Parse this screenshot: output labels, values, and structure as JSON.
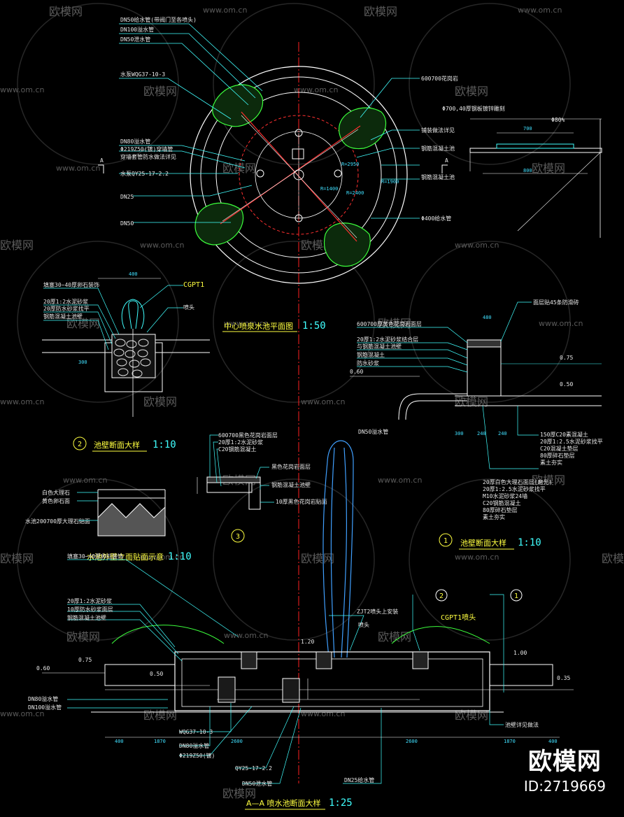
{
  "watermark": {
    "brand": "欧模网",
    "url": "www.om.cn",
    "badge_name": "欧模网",
    "badge_id": "ID:2719669"
  },
  "plan": {
    "title": "中心喷泉水池平面图",
    "scale": "1:50",
    "labels": {
      "dn50_top": "DN50给水管(带阀门至各喷头)",
      "dn100": "DN100溢水管",
      "dn50b": "DN50泄水管",
      "pump_left": "水泵WQG37-10-3",
      "right_top": "600700花岗岩",
      "right_2": "铺装做法详见",
      "right_3": "钢筋混凝土池",
      "right_4": "钢筋混凝土池",
      "pipe_right": "Φ400给水管",
      "dn80": "DN80溢水管",
      "dia": "Φ219Z50(镀)穿墙管",
      "wall_note": "穿墙套管防水做法详见",
      "pump_qy": "水泵QY25-17-2.2",
      "dn25": "DN25",
      "dn50": "DN50",
      "marker_a": "A",
      "r1": "R=2950",
      "r2": "R=1900",
      "r3": "R=1400",
      "r4": "R=2400"
    }
  },
  "detail_right_top": {
    "label": "Φ700,40厚钢板镀锌雕刻",
    "dim1": "700",
    "dim2": "Φ80%",
    "dim3": "800"
  },
  "detail_2": {
    "num": "2",
    "title": "池壁断面大样",
    "scale": "1:10",
    "l1": "填塞30~40厚卵石装饰",
    "l2": "20厚1:2水泥砂浆",
    "l3": "20厚防水砂浆找平",
    "l4": "钢筋混凝土池壁",
    "l5": "CGPT1",
    "l6": "喷头",
    "dim": "400",
    "dim2": "300"
  },
  "detail_1": {
    "num": "1",
    "title": "池壁断面大样",
    "scale": "1:10",
    "top": "面层贴45条防滑砖",
    "a1": "600700厚黄色花岗岩面层",
    "a2": "20厚1:2水泥砂浆结合层",
    "a3": "与钢筋混凝土池壁",
    "a4": "钢筋混凝土",
    "a5": "防水砂浆",
    "lv1": "0.75",
    "lv2": "0.50",
    "lv3": "0.60",
    "pipe": "DN50溢水管",
    "b1": "150厚C20素混凝土",
    "b2": "20厚1:2.5水泥砂浆找平",
    "b3": "C20混凝土垫层",
    "b4": "80厚碎石垫层",
    "b5": "素土夯实",
    "c1": "20厚白色大理石面层(磨光)",
    "c2": "20厚1:2.5水泥砂浆找平",
    "c3": "M10水泥砂浆24墙",
    "c4": "C20钢筋混凝土",
    "c5": "80厚碎石垫层",
    "c6": "素土夯实",
    "d1": "480",
    "d2": "300",
    "d3": "240",
    "d4": "240"
  },
  "detail_3": {
    "num": "3",
    "l1": "600700黑色花岗岩面层",
    "l2": "20厚1:2水泥砂浆",
    "l3": "C20钢筋混凝土",
    "l4": "黑色花岗岩面层",
    "l5": "钢筋混凝土池壁",
    "l6": "10厚黑色花岗岩贴面"
  },
  "detail_wall": {
    "title": "水池外壁立面贴面示意",
    "scale": "1:10",
    "l1": "白色大理石",
    "l2": "黄色卵石面",
    "l3": "水池200700厚大理石贴面"
  },
  "section": {
    "title": "A—A 喷水池断面大样",
    "scale": "1:25",
    "l1": "填塞30~40厚卵石装饰",
    "l2": "20厚1:2水泥砂浆",
    "l3": "10厚防水砂浆面层",
    "l4": "钢筋混凝土池壁",
    "l5": "ZJT2喷头上安装",
    "l6": "CGPT1喷头",
    "l7": "喷头",
    "lv1": "0.75",
    "lv2": "0.50",
    "lv3": "0.60",
    "lv4": "1.20",
    "lv5": "1.00",
    "lv6": "0.35",
    "p1": "DN80溢水管",
    "p2": "DN100溢水管",
    "p3": "WQG37-10-3",
    "p4": "DN80溢水管",
    "p5": "Φ219Z50(镀)",
    "p6": "QY25-17-2.2",
    "p7": "DN50泄水管",
    "p8": "DN25给水管",
    "p9": "池壁详见做法",
    "c1": "2",
    "c2": "1",
    "d1": "400",
    "d2": "1870",
    "d3": "2600",
    "d4": "2600",
    "d5": "1870",
    "d6": "400"
  }
}
